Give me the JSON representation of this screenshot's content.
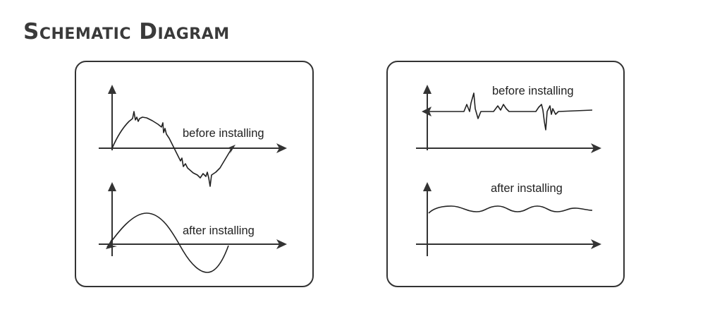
{
  "title": "Schematic Diagram",
  "panels": [
    {
      "id": "ac-waveform",
      "top_label": "before installing",
      "bottom_label": "after installing"
    },
    {
      "id": "dc-waveform",
      "top_label": "before installing",
      "bottom_label": "after installing"
    }
  ]
}
